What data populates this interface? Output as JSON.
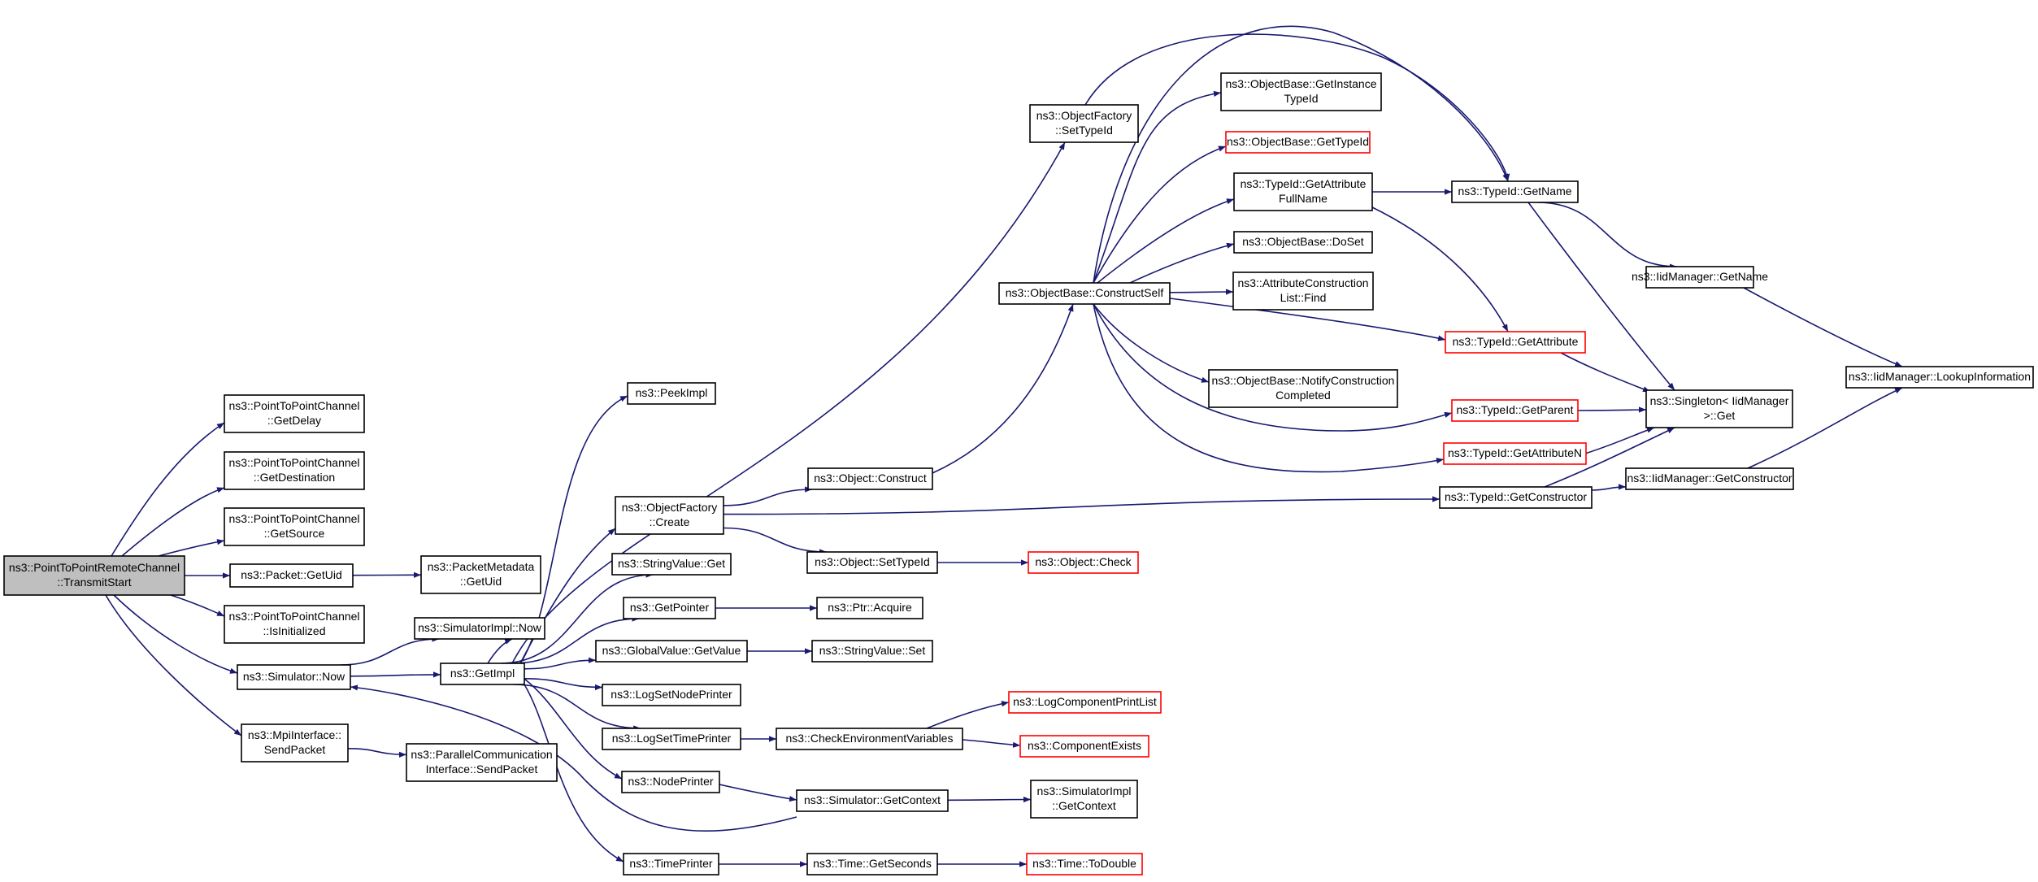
{
  "graph": {
    "nodes": [
      {
        "id": "root",
        "lines": [
          "ns3::PointToPointRemoteChannel",
          "::TransmitStart"
        ],
        "style": "root"
      },
      {
        "id": "getdelay",
        "lines": [
          "ns3::PointToPointChannel",
          "::GetDelay"
        ],
        "style": "normal"
      },
      {
        "id": "getdest",
        "lines": [
          "ns3::PointToPointChannel",
          "::GetDestination"
        ],
        "style": "normal"
      },
      {
        "id": "getsource",
        "lines": [
          "ns3::PointToPointChannel",
          "::GetSource"
        ],
        "style": "normal"
      },
      {
        "id": "packetgetuid",
        "lines": [
          "ns3::Packet::GetUid"
        ],
        "style": "normal"
      },
      {
        "id": "pktmetauid",
        "lines": [
          "ns3::PacketMetadata",
          "::GetUid"
        ],
        "style": "normal"
      },
      {
        "id": "isinit",
        "lines": [
          "ns3::PointToPointChannel",
          "::IsInitialized"
        ],
        "style": "normal"
      },
      {
        "id": "simnow",
        "lines": [
          "ns3::Simulator::Now"
        ],
        "style": "normal"
      },
      {
        "id": "simimplnow",
        "lines": [
          "ns3::SimulatorImpl::Now"
        ],
        "style": "normal"
      },
      {
        "id": "mpisend",
        "lines": [
          "ns3::MpiInterface::",
          "SendPacket"
        ],
        "style": "normal"
      },
      {
        "id": "pcisend",
        "lines": [
          "ns3::ParallelCommunication",
          "Interface::SendPacket"
        ],
        "style": "normal"
      },
      {
        "id": "getimpl",
        "lines": [
          "ns3::GetImpl"
        ],
        "style": "normal"
      },
      {
        "id": "peekimpl",
        "lines": [
          "ns3::PeekImpl"
        ],
        "style": "normal"
      },
      {
        "id": "ofcreate",
        "lines": [
          "ns3::ObjectFactory",
          "::Create"
        ],
        "style": "normal"
      },
      {
        "id": "strvalget",
        "lines": [
          "ns3::StringValue::Get"
        ],
        "style": "normal"
      },
      {
        "id": "getpointer",
        "lines": [
          "ns3::GetPointer"
        ],
        "style": "normal"
      },
      {
        "id": "gvgetvalue",
        "lines": [
          "ns3::GlobalValue::GetValue"
        ],
        "style": "normal"
      },
      {
        "id": "logsetnode",
        "lines": [
          "ns3::LogSetNodePrinter"
        ],
        "style": "normal"
      },
      {
        "id": "logsettime",
        "lines": [
          "ns3::LogSetTimePrinter"
        ],
        "style": "normal"
      },
      {
        "id": "nodeprinter",
        "lines": [
          "ns3::NodePrinter"
        ],
        "style": "normal"
      },
      {
        "id": "timeprinter",
        "lines": [
          "ns3::TimePrinter"
        ],
        "style": "normal"
      },
      {
        "id": "ofsettypeid",
        "lines": [
          "ns3::ObjectFactory",
          "::SetTypeId"
        ],
        "style": "normal"
      },
      {
        "id": "objconstruct",
        "lines": [
          "ns3::Object::Construct"
        ],
        "style": "normal"
      },
      {
        "id": "objsettypeid",
        "lines": [
          "ns3::Object::SetTypeId"
        ],
        "style": "normal"
      },
      {
        "id": "ptracquire",
        "lines": [
          "ns3::Ptr::Acquire"
        ],
        "style": "normal"
      },
      {
        "id": "strvalset",
        "lines": [
          "ns3::StringValue::Set"
        ],
        "style": "normal"
      },
      {
        "id": "checkenv",
        "lines": [
          "ns3::CheckEnvironmentVariables"
        ],
        "style": "normal"
      },
      {
        "id": "simgetctx",
        "lines": [
          "ns3::Simulator::GetContext"
        ],
        "style": "normal"
      },
      {
        "id": "timegetsec",
        "lines": [
          "ns3::Time::GetSeconds"
        ],
        "style": "normal"
      },
      {
        "id": "obconstructself",
        "lines": [
          "ns3::ObjectBase::ConstructSelf"
        ],
        "style": "normal"
      },
      {
        "id": "objcheck",
        "lines": [
          "ns3::Object::Check"
        ],
        "style": "red"
      },
      {
        "id": "logcomplist",
        "lines": [
          "ns3::LogComponentPrintList"
        ],
        "style": "red"
      },
      {
        "id": "compexists",
        "lines": [
          "ns3::ComponentExists"
        ],
        "style": "red"
      },
      {
        "id": "simimplctx",
        "lines": [
          "ns3::SimulatorImpl",
          "::GetContext"
        ],
        "style": "normal"
      },
      {
        "id": "timetodouble",
        "lines": [
          "ns3::Time::ToDouble"
        ],
        "style": "red"
      },
      {
        "id": "obgetinst",
        "lines": [
          "ns3::ObjectBase::GetInstance",
          "TypeId"
        ],
        "style": "normal"
      },
      {
        "id": "obgettypeid",
        "lines": [
          "ns3::ObjectBase::GetTypeId"
        ],
        "style": "red"
      },
      {
        "id": "tidgetattrfull",
        "lines": [
          "ns3::TypeId::GetAttribute",
          "FullName"
        ],
        "style": "normal"
      },
      {
        "id": "obdoset",
        "lines": [
          "ns3::ObjectBase::DoSet"
        ],
        "style": "normal"
      },
      {
        "id": "attrconstfind",
        "lines": [
          "ns3::AttributeConstruction",
          "List::Find"
        ],
        "style": "normal"
      },
      {
        "id": "obnotify",
        "lines": [
          "ns3::ObjectBase::NotifyConstruction",
          "Completed"
        ],
        "style": "normal"
      },
      {
        "id": "tidgetname",
        "lines": [
          "ns3::TypeId::GetName"
        ],
        "style": "normal"
      },
      {
        "id": "tidgetattr",
        "lines": [
          "ns3::TypeId::GetAttribute"
        ],
        "style": "red"
      },
      {
        "id": "tidgetparent",
        "lines": [
          "ns3::TypeId::GetParent"
        ],
        "style": "red"
      },
      {
        "id": "tidgetattrn",
        "lines": [
          "ns3::TypeId::GetAttributeN"
        ],
        "style": "red"
      },
      {
        "id": "tidgetctor",
        "lines": [
          "ns3::TypeId::GetConstructor"
        ],
        "style": "normal"
      },
      {
        "id": "iidgetname",
        "lines": [
          "ns3::IidManager::GetName"
        ],
        "style": "normal"
      },
      {
        "id": "singletonget",
        "lines": [
          "ns3::Singleton< IidManager",
          " >::Get"
        ],
        "style": "normal"
      },
      {
        "id": "iidgetctor",
        "lines": [
          "ns3::IidManager::GetConstructor"
        ],
        "style": "normal"
      },
      {
        "id": "iidlookup",
        "lines": [
          "ns3::IidManager::LookupInformation"
        ],
        "style": "normal"
      }
    ],
    "edges": [
      {
        "from": "root",
        "to": "getdelay"
      },
      {
        "from": "root",
        "to": "getdest"
      },
      {
        "from": "root",
        "to": "getsource"
      },
      {
        "from": "root",
        "to": "packetgetuid"
      },
      {
        "from": "root",
        "to": "isinit"
      },
      {
        "from": "root",
        "to": "simnow"
      },
      {
        "from": "root",
        "to": "mpisend"
      },
      {
        "from": "packetgetuid",
        "to": "pktmetauid"
      },
      {
        "from": "simnow",
        "to": "simimplnow"
      },
      {
        "from": "simnow",
        "to": "getimpl"
      },
      {
        "from": "mpisend",
        "to": "pcisend"
      },
      {
        "from": "getimpl",
        "to": "peekimpl"
      },
      {
        "from": "getimpl",
        "to": "ofsettypeid"
      },
      {
        "from": "getimpl",
        "to": "ofcreate"
      },
      {
        "from": "getimpl",
        "to": "strvalget"
      },
      {
        "from": "getimpl",
        "to": "getpointer"
      },
      {
        "from": "getimpl",
        "to": "gvgetvalue"
      },
      {
        "from": "getimpl",
        "to": "logsetnode"
      },
      {
        "from": "getimpl",
        "to": "logsettime"
      },
      {
        "from": "getimpl",
        "to": "nodeprinter"
      },
      {
        "from": "getimpl",
        "to": "timeprinter"
      },
      {
        "from": "getimpl",
        "to": "simimplnow"
      },
      {
        "from": "ofcreate",
        "to": "objconstruct"
      },
      {
        "from": "ofcreate",
        "to": "objsettypeid"
      },
      {
        "from": "ofcreate",
        "to": "tidgetctor"
      },
      {
        "from": "getpointer",
        "to": "ptracquire"
      },
      {
        "from": "gvgetvalue",
        "to": "strvalset"
      },
      {
        "from": "logsettime",
        "to": "checkenv"
      },
      {
        "from": "nodeprinter",
        "to": "simgetctx"
      },
      {
        "from": "timeprinter",
        "to": "timegetsec"
      },
      {
        "from": "objconstruct",
        "to": "obconstructself"
      },
      {
        "from": "objsettypeid",
        "to": "objcheck"
      },
      {
        "from": "checkenv",
        "to": "logcomplist"
      },
      {
        "from": "checkenv",
        "to": "compexists"
      },
      {
        "from": "simgetctx",
        "to": "simimplctx"
      },
      {
        "from": "simgetctx",
        "to": "simnow"
      },
      {
        "from": "timegetsec",
        "to": "timetodouble"
      },
      {
        "from": "ofsettypeid",
        "to": "tidgetname"
      },
      {
        "from": "obconstructself",
        "to": "obgetinst"
      },
      {
        "from": "obconstructself",
        "to": "obgettypeid"
      },
      {
        "from": "obconstructself",
        "to": "tidgetattrfull"
      },
      {
        "from": "obconstructself",
        "to": "obdoset"
      },
      {
        "from": "obconstructself",
        "to": "attrconstfind"
      },
      {
        "from": "obconstructself",
        "to": "obnotify"
      },
      {
        "from": "obconstructself",
        "to": "tidgetname"
      },
      {
        "from": "obconstructself",
        "to": "tidgetattr"
      },
      {
        "from": "obconstructself",
        "to": "tidgetparent"
      },
      {
        "from": "obconstructself",
        "to": "tidgetattrn"
      },
      {
        "from": "tidgetattrfull",
        "to": "tidgetname"
      },
      {
        "from": "tidgetattrfull",
        "to": "tidgetattr"
      },
      {
        "from": "tidgetname",
        "to": "iidgetname"
      },
      {
        "from": "tidgetname",
        "to": "singletonget"
      },
      {
        "from": "tidgetattr",
        "to": "singletonget"
      },
      {
        "from": "tidgetparent",
        "to": "singletonget"
      },
      {
        "from": "tidgetattrn",
        "to": "singletonget"
      },
      {
        "from": "tidgetctor",
        "to": "singletonget"
      },
      {
        "from": "tidgetctor",
        "to": "iidgetctor"
      },
      {
        "from": "iidgetname",
        "to": "iidlookup"
      },
      {
        "from": "iidgetctor",
        "to": "iidlookup"
      }
    ]
  },
  "colors": {
    "edge": "#191970",
    "node_border": "#000000",
    "node_border_highlight": "#ff0000",
    "root_fill": "#bfbfbf",
    "background": "#ffffff"
  }
}
